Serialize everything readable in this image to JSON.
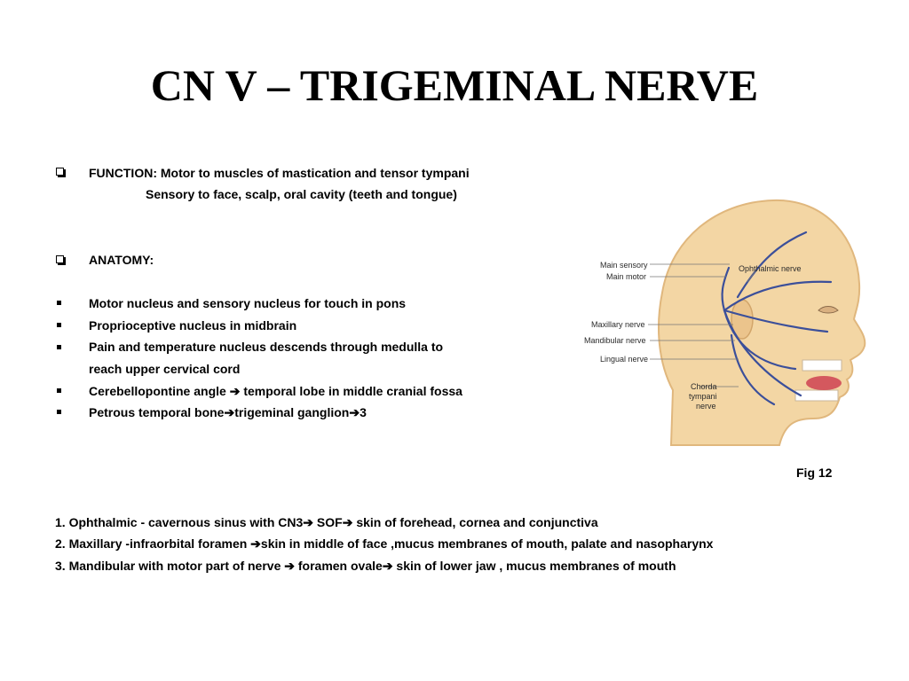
{
  "title": "CN V – TRIGEMINAL NERVE",
  "function": {
    "line1": "FUNCTION:  Motor to muscles of mastication and tensor tympani",
    "line2": "Sensory to face, scalp, oral cavity (teeth and tongue)"
  },
  "anatomy": {
    "heading": "ANATOMY:",
    "items": [
      "Motor nucleus and sensory nucleus for touch in pons",
      "Proprioceptive nucleus in midbrain",
      "Pain and temperature nucleus descends through medulla to",
      "reach upper cervical cord",
      "Cerebellopontine angle",
      "temporal lobe in middle cranial fossa",
      "Petrous temporal bone",
      "trigeminal ganglion",
      "3"
    ]
  },
  "figure": {
    "caption": "Fig 12",
    "labels": {
      "main_sensory": "Main sensory",
      "main_motor": "Main motor",
      "ophthalmic": "Ophthalmic nerve",
      "maxillary": "Maxillary nerve",
      "mandibular": "Mandibular nerve",
      "lingual": "Lingual nerve",
      "chorda1": "Chorda",
      "chorda2": "tympani",
      "chorda3": "nerve"
    }
  },
  "branches": {
    "b1a": "1. Ophthalmic - cavernous sinus with CN3",
    "b1b": " SOF",
    "b1c": " skin of forehead, cornea and conjunctiva",
    "b2a": "2. Maxillary -infraorbital foramen ",
    "b2b": "skin in middle of face ,mucus membranes of mouth, palate and nasopharynx",
    "b3a": "3. Mandibular with motor part of nerve ",
    "b3b": " foramen ovale",
    "b3c": " skin of lower jaw , mucus membranes of mouth"
  },
  "arrow_glyph": "➔"
}
